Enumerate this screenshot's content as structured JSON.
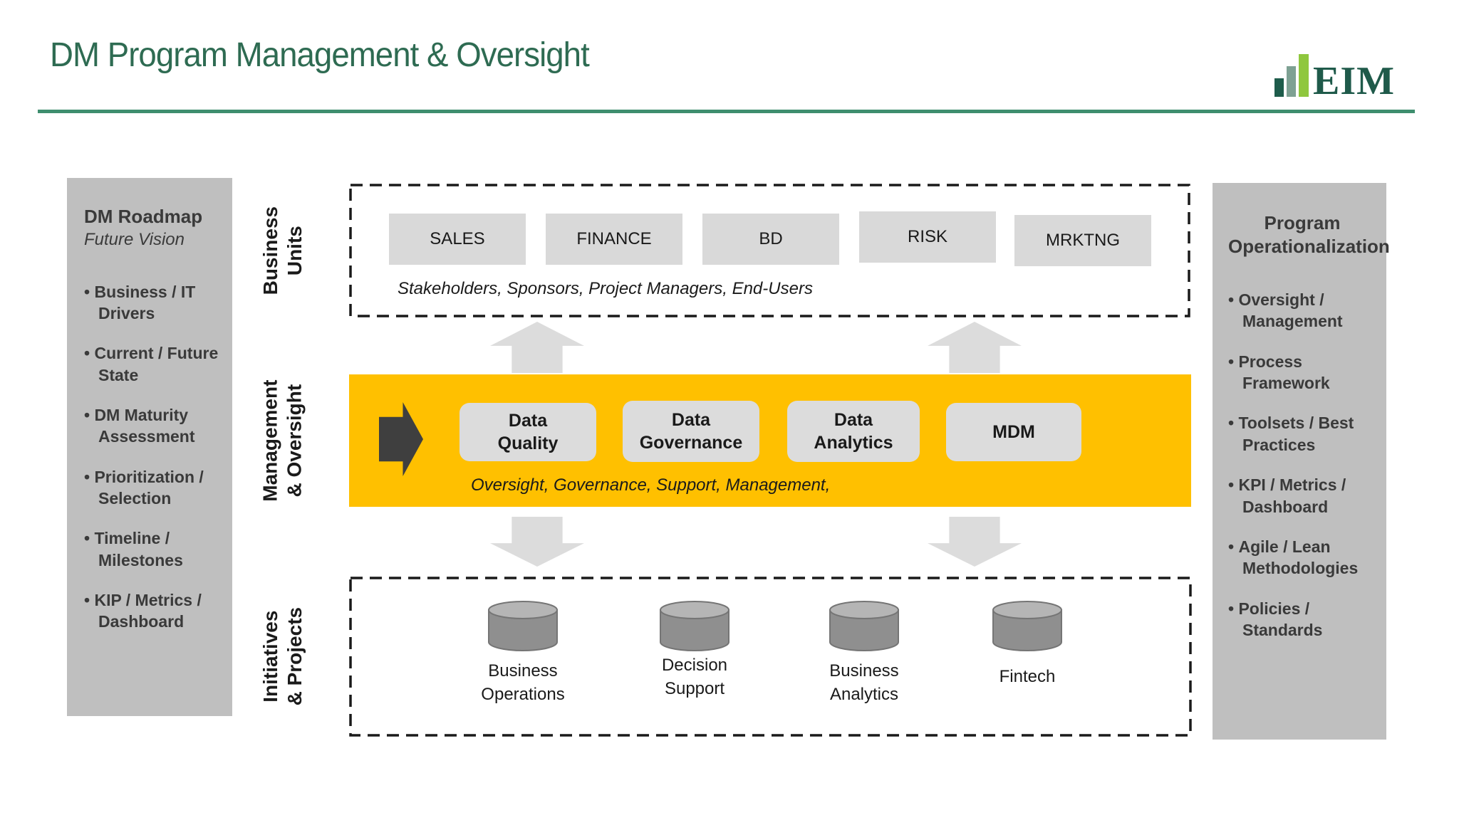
{
  "title": "DM Program Management & Oversight",
  "logo": {
    "text": "EIM"
  },
  "left_panel": {
    "title": "DM Roadmap",
    "subtitle": "Future Vision",
    "items": [
      "Business / IT Drivers",
      "Current / Future State",
      "DM Maturity Assessment",
      "Prioritization / Selection",
      "Timeline / Milestones",
      "KIP / Metrics / Dashboard"
    ]
  },
  "right_panel": {
    "title": "Program\nOperationalization",
    "items": [
      "Oversight / Management",
      "Process Framework",
      "Toolsets / Best Practices",
      "KPI / Metrics / Dashboard",
      "Agile / Lean Methodologies",
      "Policies / Standards"
    ]
  },
  "business_units": {
    "label": "Business\nUnits",
    "boxes": [
      "SALES",
      "FINANCE",
      "BD",
      "RISK",
      "MRKTNG"
    ],
    "caption": "Stakeholders, Sponsors, Project Managers, End-Users"
  },
  "management": {
    "label": "Management\n& Oversight",
    "boxes": [
      "Data\nQuality",
      "Data\nGovernance",
      "Data\nAnalytics",
      "MDM"
    ],
    "caption": "Oversight, Governance, Support, Management,"
  },
  "initiatives": {
    "label": "Initiatives\n& Projects",
    "items": [
      "Business\nOperations",
      "Decision\nSupport",
      "Business\nAnalytics",
      "Fintech"
    ]
  },
  "colors": {
    "accent_yellow": "#FFC000",
    "title_green": "#2E6B52",
    "rule_green": "#3E8E6E",
    "panel_gray": "#BFBFBF",
    "box_gray": "#D9D9D9",
    "arrow_dark": "#3F3F3F",
    "logo_dark_green": "#1F5A4A",
    "logo_sage_green": "#7EA193",
    "logo_light_green": "#8FC73E"
  }
}
